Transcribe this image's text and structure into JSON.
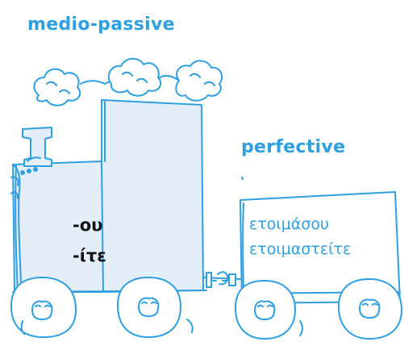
{
  "labels": {
    "voice": "medio-passive",
    "aspect": "perfective"
  },
  "engine": {
    "endings": [
      "-ου",
      "-ίτε"
    ]
  },
  "wagon": {
    "forms": [
      "ετοιμάσου",
      "ετοιμαστείτε"
    ]
  },
  "colors": {
    "accent": "#2f9fe0",
    "fill": "#e4eef8",
    "ink": "#111111",
    "background": "#ffffff"
  }
}
